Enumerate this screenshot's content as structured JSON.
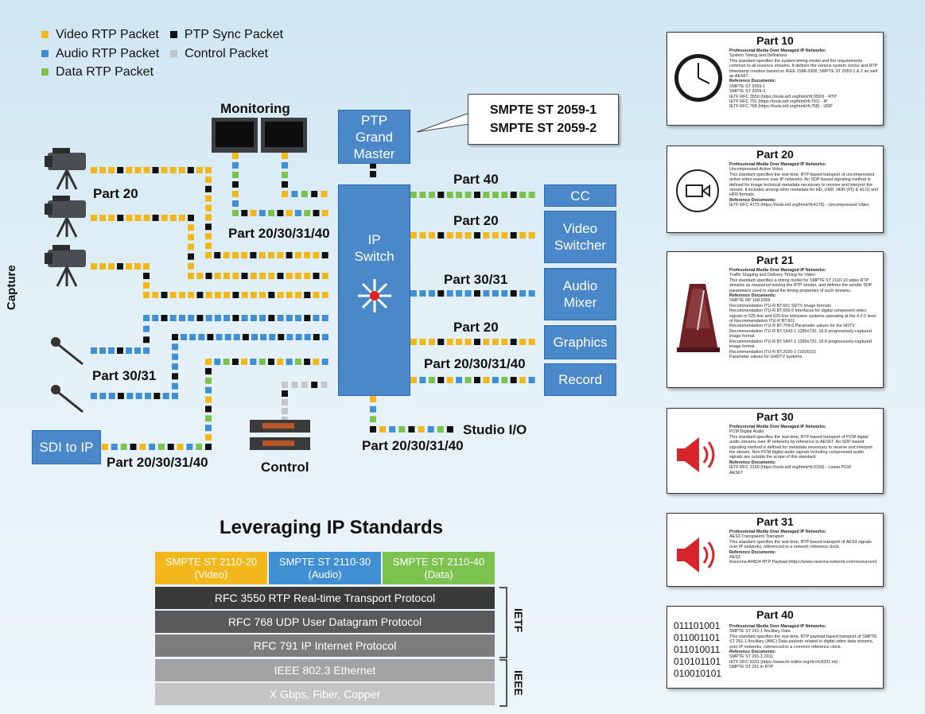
{
  "legend": [
    {
      "label": "Video RTP Packet",
      "color": "#f2b71b"
    },
    {
      "label": "PTP Sync Packet",
      "color": "#111111"
    },
    {
      "label": "Audio RTP Packet",
      "color": "#3f8fd2"
    },
    {
      "label": "Control Packet",
      "color": "#c3c7ca"
    },
    {
      "label": "Data RTP Packet",
      "color": "#7cc24e"
    }
  ],
  "nodes": {
    "ptp": "PTP Grand Master",
    "ptp_lines": [
      "PTP",
      "Grand",
      "Master"
    ],
    "switch_lines": [
      "IP",
      "Switch"
    ],
    "sdi": "SDI to IP",
    "outputs": [
      {
        "key": "cc",
        "label": "CC"
      },
      {
        "key": "video_switcher",
        "label": "Video Switcher",
        "lines": [
          "Video",
          "Switcher"
        ]
      },
      {
        "key": "audio_mixer",
        "label": "Audio Mixer",
        "lines": [
          "Audio",
          "Mixer"
        ]
      },
      {
        "key": "graphics",
        "label": "Graphics"
      },
      {
        "key": "record",
        "label": "Record"
      }
    ]
  },
  "labels": {
    "monitoring": "Monitoring",
    "capture": "Capture",
    "control": "Control",
    "studio_io": "Studio I/O",
    "cam_part": "Part 20",
    "mon_part": "Part 20/30/31/40",
    "mic_part": "Part 30/31",
    "sdi_part": "Part 20/30/31/40",
    "studio_part": "Part 20/30/31/40",
    "out_parts": [
      "Part 40",
      "Part 20",
      "Part 30/31",
      "Part 20",
      "Part 20/30/31/40"
    ]
  },
  "callout": [
    "SMPTE ST 2059-1",
    "SMPTE ST 2059-2"
  ],
  "cards": [
    {
      "title": "Part 10",
      "icon": "clock-icon",
      "heading": "Professional Media Over Managed IP Networks:",
      "subject": "System Timing and Definitions",
      "body": "This standard specifies the system timing model and the requirements common to all essence streams. It defines the various system clocks and RTP timestamp creation based on IEEE 1588-2008, SMPTE ST 2059-1 & 2 as well as AES67.",
      "refs_heading": "Reference Documents:",
      "refs": [
        "SMPTE ST 2059-1",
        "SMPTE ST 2059-2",
        "IETF RFC 3550 (https://tools.ietf.org/html/rfc3550) - RTP",
        "IETF RFC 791 (https://tools.ietf.org/html/rfc791) - IP",
        "IETF RFC 768 (https://tools.ietf.org/html/rfc768) - UDP"
      ]
    },
    {
      "title": "Part 20",
      "icon": "video-camera-icon",
      "heading": "Professional Media Over Managed IP Networks:",
      "subject": "Uncompressed Active Video",
      "body": "This standard specifies the real-time, RTP-based transport of uncompressed active video essence over IP networks. An SDP-based signaling method is defined for image technical metadata necessary to receive and interpret the stream. It includes among other metadata for HD, UHD, HDR (PQ & HLG) and HFR formats.",
      "refs_heading": "Reference Documents:",
      "refs": [
        "IETF RFC 4175 (https://tools.ietf.org/html/rfc4175) - Uncompressed Video"
      ]
    },
    {
      "title": "Part 21",
      "icon": "metronome-icon",
      "heading": "Professional Media Over Managed IP Networks:",
      "subject": "Traffic Shaping and Delivery Timing for Video",
      "body": "This standard specifies a timing model for SMPTE ST 2110-10 video RTP streams as measured leaving the RTP sender, and defines the sender SDP parameters used to signal the timing properties of such streams.",
      "refs_heading": "Reference Documents:",
      "refs": [
        "SMPTE RP 168:2009",
        "Recommendation ITU-R BT.601 SDTV image formats",
        "Recommendation ITU-R BT.656-5 Interfaces for digital component video signals in 525-line and 625-line television systems operating at the 4:2:2 level of Recommendation ITU-R BT.601",
        "Recommendation ITU-R BT.709-6 Parameter values for the HDTV",
        "Recommendation ITU-R BT.1543-1 1280x720, 16:9 progressively-captured image format",
        "Recommendation ITU-R BT.1847-1 1280x720, 16:9 progressively-captured image format",
        "Recommendation ITU-R BT.2020-2 (10/2015)",
        "Parameter values for UHDTV systems"
      ]
    },
    {
      "title": "Part 30",
      "icon": "speaker-icon",
      "heading": "Professional Media Over Managed IP Networks:",
      "subject": "PCM Digital Audio",
      "body": "This standard specifies the real-time, RTP-based transport of PCM digital audio streams over IP networks by reference to AES67. An SDP-based signaling method is defined for metadata necessary to receive and interpret the stream. Non-PCM digital audio signals including compressed audio signals are outside the scope of this standard.",
      "refs_heading": "Reference Documents:",
      "refs": [
        "IETF RFC 3190 (https://tools.ietf.org/html/rfc3190) - Linear PCM",
        "AES67"
      ]
    },
    {
      "title": "Part 31",
      "icon": "speaker-icon",
      "heading": "Professional Media Over Managed IP Networks:",
      "subject": "AES3 Transparent Transport",
      "body": "This standard specifies the real-time, RTP-based transport of AES3 signals over IP networks, referenced to a network reference clock.",
      "refs_heading": "Reference Documents:",
      "refs": [
        "AES3",
        "Ravenna AM824 RTP Payload (https://www.ravenna-network.com/resources/)"
      ]
    },
    {
      "title": "Part 40",
      "icon": "binary-icon",
      "binary": [
        "011101001",
        "011001101",
        "011010011",
        "010101101",
        "010010101"
      ],
      "heading": "Professional Media Over Managed IP Networks:",
      "subject": "SMPTE ST 291-1 Ancillary Data",
      "body": "This standard specifies the real-time, RTP payload based transport of SMPTE ST 291-1 Ancillary (ANC) Data packets related to digital video data streams, over IP networks, referenced to a common reference clock.",
      "refs_heading": "Reference Documents:",
      "refs": [
        "SMPTE ST 291-1:2011",
        "IETF RFC 8331 (https://www.rfc-editor.org/rfc/rfc8331.txt) -",
        "SMPTE ST 291 in RTP"
      ]
    }
  ],
  "standards": {
    "title": "Leveraging IP Standards",
    "top": [
      {
        "lines": [
          "SMPTE ST 2110-20",
          "(Video)"
        ],
        "color": "#f2b71b"
      },
      {
        "lines": [
          "SMPTE ST 2110-30",
          "(Audio)"
        ],
        "color": "#3f8fd2"
      },
      {
        "lines": [
          "SMPTE ST 2110-40",
          "(Data)"
        ],
        "color": "#7cc24e"
      }
    ],
    "rows": [
      {
        "label": "RFC 3550 RTP Real-time Transport Protocol",
        "color": "#3a3a3a"
      },
      {
        "label": "RFC 768 UDP User Datagram Protocol",
        "color": "#5a5a5a"
      },
      {
        "label": "RFC 791 IP Internet Protocol",
        "color": "#7d7d7d"
      },
      {
        "label": "IEEE 802.3 Ethernet",
        "color": "#a3a3a3"
      },
      {
        "label": "X Gbps, Fiber, Copper",
        "color": "#c4c4c4"
      }
    ],
    "ietf": "IETF",
    "ieee": "IEEE"
  }
}
